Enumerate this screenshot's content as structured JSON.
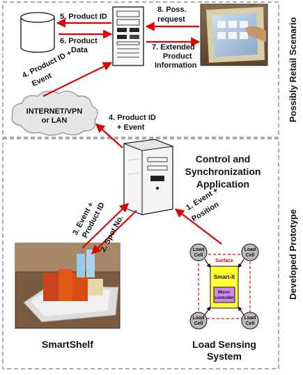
{
  "sections": {
    "top": "Possibly Retail Scenario",
    "bottom": "Developed Prototype"
  },
  "nodes": {
    "network": [
      "INTERNET/VPN",
      "or LAN"
    ],
    "control_app": [
      "Control and",
      "Synchronization",
      "Application"
    ],
    "smartshelf": "SmartShelf",
    "load_sensing": [
      "Load Sensing",
      "System"
    ],
    "surface": "Surface",
    "smart_it": "Smart-It",
    "microcontroller": [
      "Micro-",
      "controller"
    ],
    "load_cell": [
      "Load",
      "Cell"
    ]
  },
  "arrows": {
    "a5": "5. Product ID",
    "a6": [
      "6. Product",
      "Data"
    ],
    "a8": [
      "8. Poss.",
      "request"
    ],
    "a7": [
      "7. Extended",
      "Product",
      "Information"
    ],
    "a4_top": [
      "4. Product ID +",
      "Event"
    ],
    "a4_bottom": [
      "4. Product ID",
      "+ Event"
    ],
    "a3": [
      "3. Event +",
      "Product ID"
    ],
    "a2": "2. Spot No.",
    "a1": [
      "1. Event +",
      "Position"
    ]
  },
  "colors": {
    "arrow": "#e00000",
    "smart_it_fill": "#ffff33",
    "micro_fill": "#cc88ee",
    "surface_text": "#cc0000"
  }
}
